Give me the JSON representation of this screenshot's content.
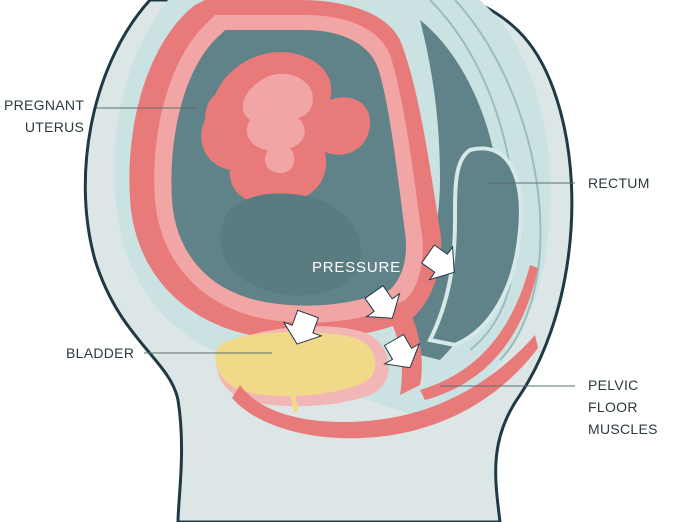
{
  "labels": {
    "uterus": [
      "PREGNANT",
      "UTERUS"
    ],
    "rectum": "RECTUM",
    "bladder": "BLADDER",
    "pressure": "PRESSURE",
    "pelvic_floor": [
      "PELVIC",
      "FLOOR",
      "MUSCLES"
    ]
  },
  "colors": {
    "outline": "#1f3a45",
    "skin": "#dde6e6",
    "tissue_light": "#cbe2e2",
    "cavity": "#5f8388",
    "uterus_wall": "#e97a7a",
    "uterus_inner": "#f2a5a5",
    "bladder": "#f1d98a",
    "arrow": "#ffffff",
    "label_text": "#2a3a3e",
    "leader_line": "#5a6e72"
  },
  "icons": [
    "pressure-arrow-icon"
  ]
}
